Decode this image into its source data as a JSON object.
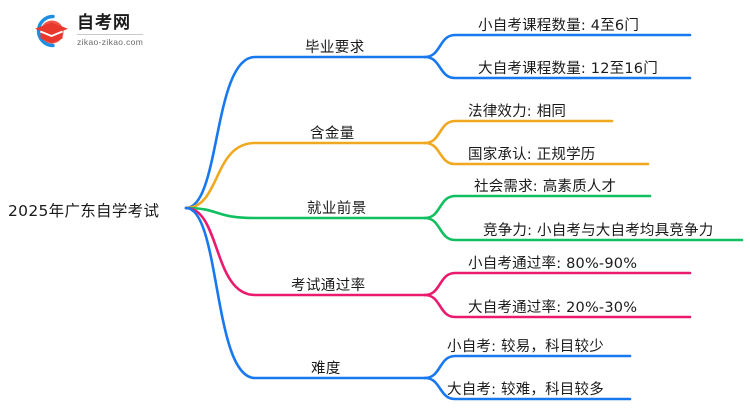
{
  "logo": {
    "name_cn": "自考网",
    "domain": "zikao-zikao.com",
    "mark_icon": "graduation-cap-icon",
    "arc_color": "#1e8fe0",
    "cap_color": "#e8372c"
  },
  "mindmap": {
    "type": "mindmap",
    "root": {
      "label": "2025年广东自学考试"
    },
    "branches": [
      {
        "label": "毕业要求",
        "color": "#1878f0",
        "children": [
          {
            "label": "小自考课程数量: 4至6门"
          },
          {
            "label": "大自考课程数量: 12至16门"
          }
        ]
      },
      {
        "label": "含金量",
        "color": "#f0a81e",
        "children": [
          {
            "label": "法律效力: 相同"
          },
          {
            "label": "国家承认: 正规学历"
          }
        ]
      },
      {
        "label": "就业前景",
        "color": "#10c060",
        "children": [
          {
            "label": "社会需求: 高素质人才"
          },
          {
            "label": "竞争力: 小自考与大自考均具竞争力"
          }
        ]
      },
      {
        "label": "考试通过率",
        "color": "#ec1a6e",
        "children": [
          {
            "label": "小自考通过率: 80%-90%"
          },
          {
            "label": "大自考通过率: 20%-30%"
          }
        ]
      },
      {
        "label": "难度",
        "color": "#1878f0",
        "children": [
          {
            "label": "小自考: 较易，科目较少"
          },
          {
            "label": "大自考: 较难，科目较多"
          }
        ]
      }
    ]
  }
}
